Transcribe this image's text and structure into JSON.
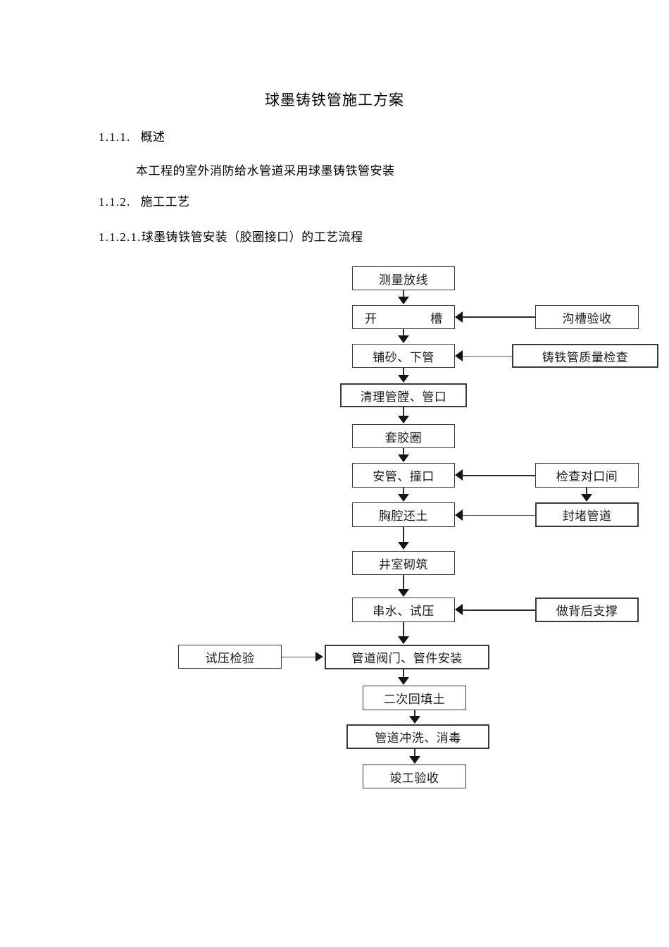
{
  "document": {
    "title": "球墨铸铁管施工方案",
    "sections": [
      {
        "number": "1.1.1.",
        "heading": "概述"
      },
      {
        "number": "1.1.2.",
        "heading": "施工工艺"
      }
    ],
    "paragraph": "本工程的室外消防给水管道采用球墨铸铁管安装",
    "subsection": {
      "number": "1.1.2.1.",
      "heading": "球墨铸铁管安装（胶圈接口）的工艺流程"
    }
  },
  "flowchart": {
    "main_nodes": [
      {
        "id": "n1",
        "label": "测量放线"
      },
      {
        "id": "n2",
        "label": "开　　槽"
      },
      {
        "id": "n3",
        "label": "铺砂、下管"
      },
      {
        "id": "n4",
        "label": "清理管膛、管口"
      },
      {
        "id": "n5",
        "label": "套胶圈"
      },
      {
        "id": "n6",
        "label": "安管、撞口"
      },
      {
        "id": "n7",
        "label": "胸腔还土"
      },
      {
        "id": "n8",
        "label": "井室砌筑"
      },
      {
        "id": "n9",
        "label": "串水、试压"
      },
      {
        "id": "n10",
        "label": "管道阀门、管件安装"
      },
      {
        "id": "n11",
        "label": "二次回填土"
      },
      {
        "id": "n12",
        "label": "管道冲洗、消毒"
      },
      {
        "id": "n13",
        "label": "竣工验收"
      }
    ],
    "side_nodes": [
      {
        "id": "s1",
        "label": "沟槽验收",
        "side": "right",
        "target": "开　　槽"
      },
      {
        "id": "s2",
        "label": "铸铁管质量检查",
        "side": "right",
        "target": "铺砂、下管"
      },
      {
        "id": "s3",
        "label": "检查对口间",
        "side": "right",
        "target": "安管、撞口"
      },
      {
        "id": "s4",
        "label": "封堵管道",
        "side": "right",
        "target": "胸腔还土"
      },
      {
        "id": "s5",
        "label": "做背后支撑",
        "side": "right",
        "target": "串水、试压"
      },
      {
        "id": "s6",
        "label": "试压检验",
        "side": "left",
        "target": "管道阀门、管件安装"
      }
    ]
  },
  "colors": {
    "page_background": "#ffffff",
    "text": "#000000",
    "box_border": "#3a3a3a",
    "connector": "#2b2b2b"
  }
}
